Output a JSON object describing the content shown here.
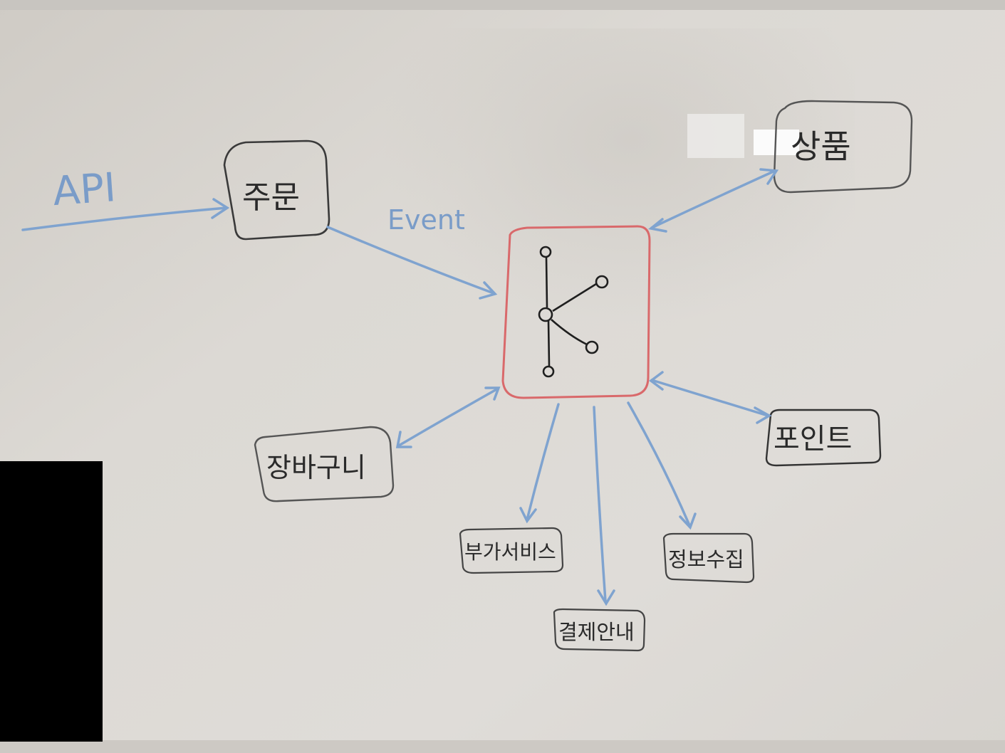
{
  "whiteboard": {
    "api_label": "API",
    "event_label": "Event",
    "nodes": {
      "order": "주문",
      "product": "상품",
      "cart": "장바구니",
      "point": "포인트",
      "addon_service": "부가서비스",
      "payment_notice": "결제안내",
      "info_collection": "정보수집"
    },
    "colors": {
      "board": "#dcd9d4",
      "arrow_blue": "#7fa3cf",
      "hub_red": "#d9696b",
      "marker_black": "#2f2f2f"
    }
  }
}
